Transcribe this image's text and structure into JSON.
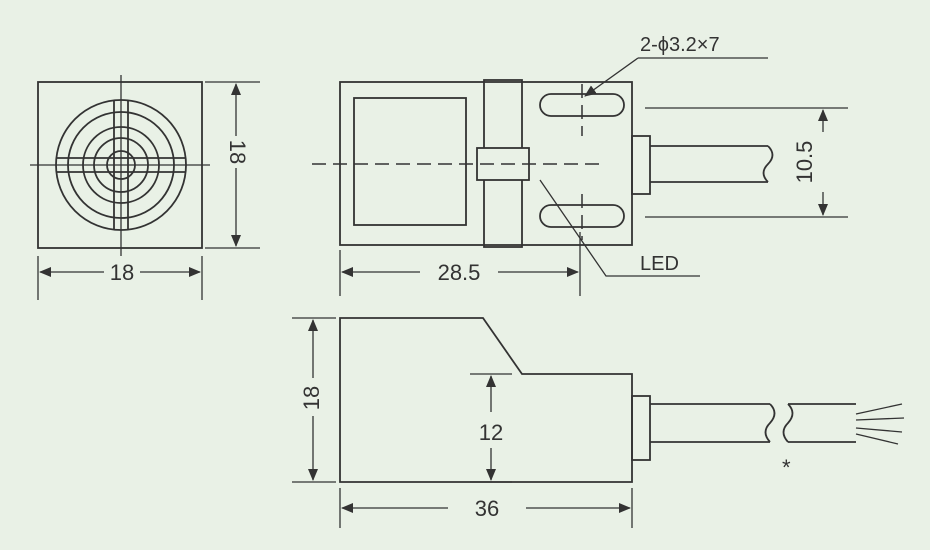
{
  "colors": {
    "background": "#e9f1e6",
    "ink": "#333333"
  },
  "front_view": {
    "width_label": "18",
    "height_label": "18"
  },
  "top_view": {
    "hole_label": "2-ϕ3.2×7",
    "length_label": "28.5",
    "cable_offset_label": "10.5",
    "led_label": "LED"
  },
  "side_view": {
    "height_label": "18",
    "step_label": "12",
    "length_label": "36",
    "note_mark": "*"
  }
}
